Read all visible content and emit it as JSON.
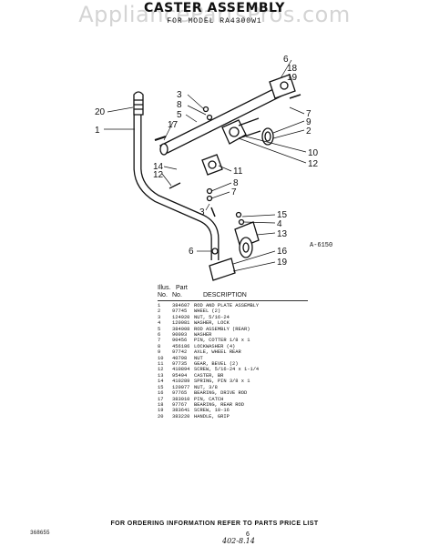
{
  "header": {
    "title": "CASTER ASSEMBLY",
    "subtitle": "FOR MODEL RA4300W1",
    "watermark": "AppliancePartsPros.com"
  },
  "diagram": {
    "figure_ref": "A-6150",
    "callouts": [
      "6",
      "18",
      "19",
      "3",
      "8",
      "5",
      "17",
      "20",
      "1",
      "7",
      "9",
      "2",
      "10",
      "12",
      "14",
      "12",
      "11",
      "8",
      "7",
      "3",
      "15",
      "4",
      "13",
      "6",
      "16",
      "19"
    ]
  },
  "parts_list": {
    "header_line1": [
      "Illus.",
      "Part"
    ],
    "header_line2": [
      "No.",
      "No.",
      "DESCRIPTION"
    ],
    "rows": [
      [
        "1",
        "384607",
        "ROD AND PLATE ASSEMBLY"
      ],
      [
        "2",
        "97745",
        "WHEEL (2)"
      ],
      [
        "3",
        "124920",
        "NUT, 5/16-24"
      ],
      [
        "4",
        "120081",
        "WASHER, LOCK"
      ],
      [
        "5",
        "384008",
        "ROD ASSEMBLY (REAR)"
      ],
      [
        "6",
        "90003",
        "WASHER"
      ],
      [
        "7",
        "90456",
        "PIN, COTTER 1/8 x 1"
      ],
      [
        "8",
        "456186",
        "LOCKWASHER (4)"
      ],
      [
        "9",
        "97742",
        "AXLE, WHEEL REAR"
      ],
      [
        "10",
        "40798",
        "NUT"
      ],
      [
        "11",
        "97735",
        "GEAR, BEVEL (2)"
      ],
      [
        "12",
        "410894",
        "SCREW, 5/16-24 x 1-1/4"
      ],
      [
        "13",
        "95494",
        "CASTER, BR"
      ],
      [
        "14",
        "410289",
        "SPRING, PIN 3/8 x 1"
      ],
      [
        "15",
        "120077",
        "NUT, 3/8"
      ],
      [
        "16",
        "97765",
        "BEARING, DRIVE ROD"
      ],
      [
        "17",
        "383010",
        "PIN, CATCH"
      ],
      [
        "18",
        "97767",
        "BEARING, REAR ROD"
      ],
      [
        "19",
        "383641",
        "SCREW, 10-16"
      ],
      [
        "20",
        "383220",
        "HANDLE, GRIP"
      ]
    ]
  },
  "footer": {
    "note": "FOR ORDERING INFORMATION REFER TO PARTS PRICE LIST",
    "page": "6",
    "doc_number": "368655",
    "handwritten": "402-8.14"
  }
}
